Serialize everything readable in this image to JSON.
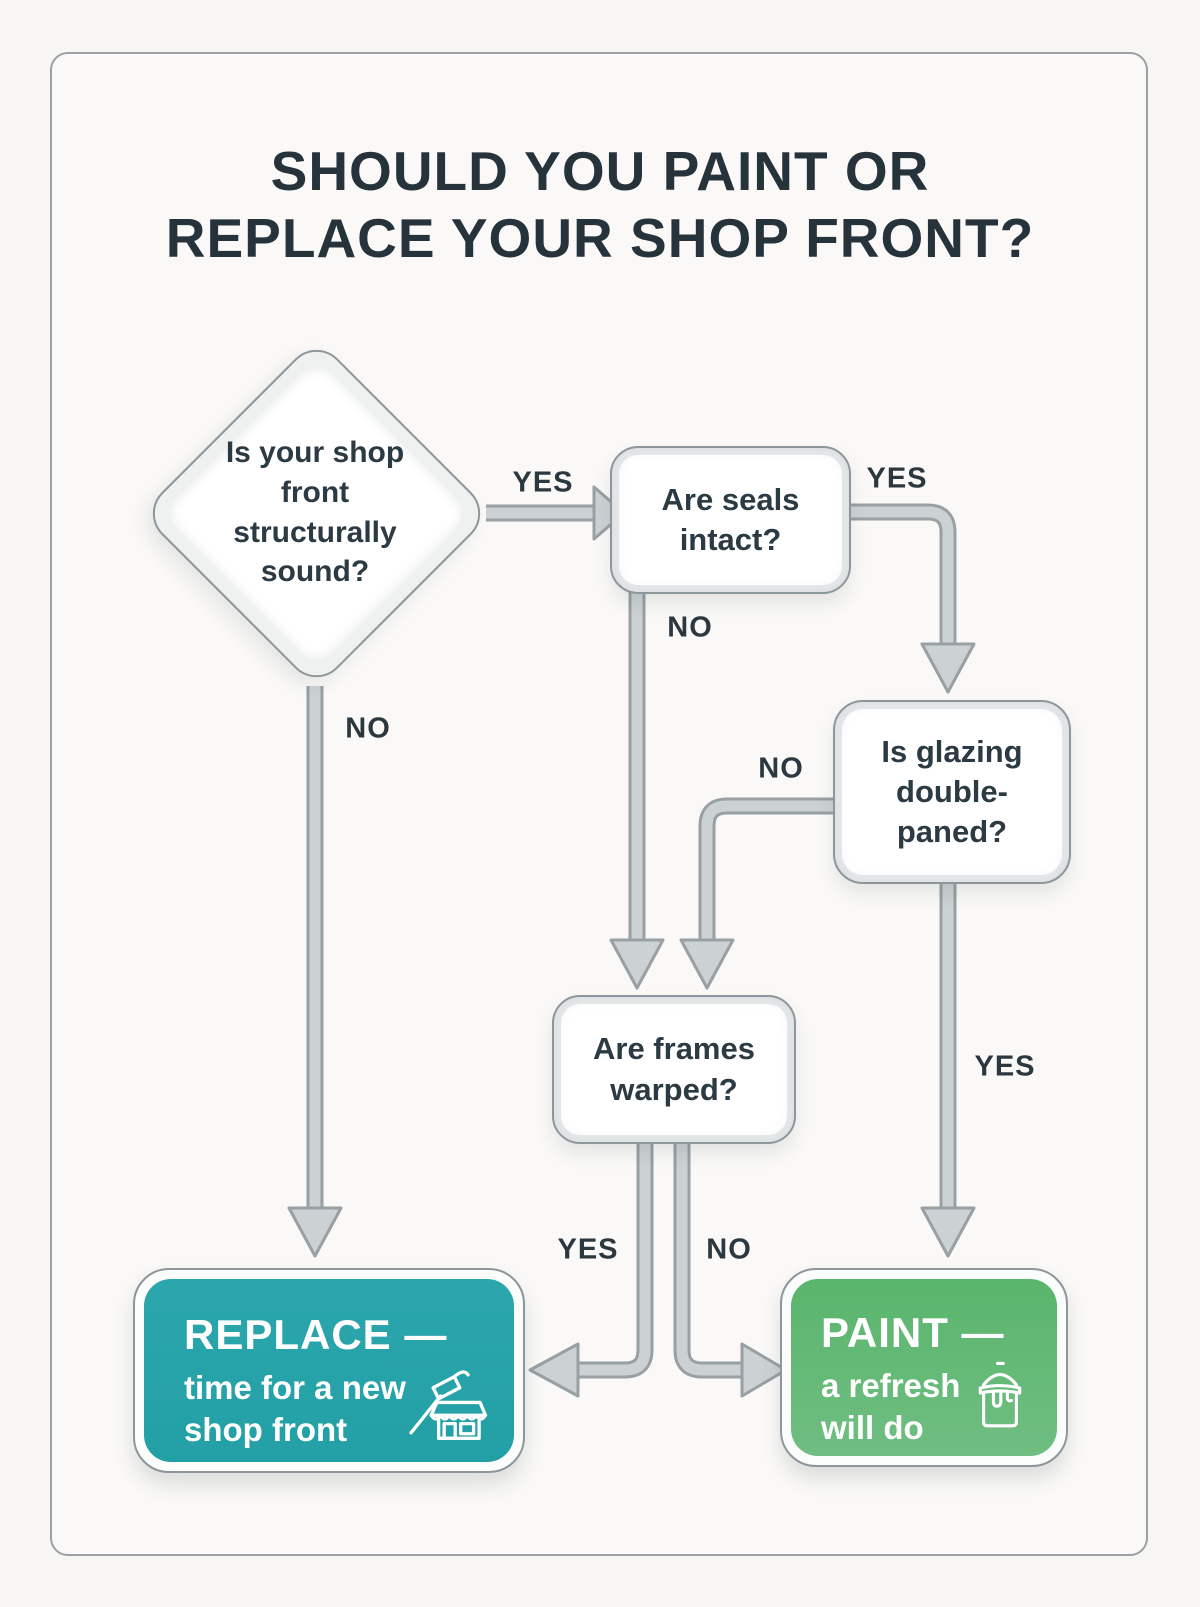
{
  "title": "SHOULD YOU PAINT OR REPLACE YOUR SHOP FRONT?",
  "colors": {
    "background": "#f7f6f3",
    "frame_border": "#9aa0a4",
    "node_border": "#8d969a",
    "node_fill": "#ffffff",
    "arrow_fill": "#ccd2d4",
    "arrow_outline": "#98a0a3",
    "text_dark": "#2b3a43",
    "replace_fill": "#23a1a7",
    "paint_fill": "#63b975",
    "result_text": "#ffffff"
  },
  "nodes": {
    "q1": {
      "type": "decision",
      "text": "Is your shop front structurally sound?"
    },
    "q2": {
      "type": "question",
      "text": "Are seals intact?"
    },
    "q3": {
      "type": "question",
      "text": "Is glazing double-paned?"
    },
    "q4": {
      "type": "question",
      "text": "Are frames warped?"
    },
    "replace": {
      "type": "result",
      "title": "REPLACE —",
      "subtitle": "time for a new shop front",
      "icon": "hammer-shopfront-icon"
    },
    "paint": {
      "type": "result",
      "title": "PAINT —",
      "subtitle": "a refresh will do",
      "icon": "paint-bucket-icon"
    }
  },
  "edges": [
    {
      "from": "q1",
      "to": "q2",
      "label": "YES"
    },
    {
      "from": "q1",
      "to": "replace",
      "label": "NO"
    },
    {
      "from": "q2",
      "to": "q3",
      "label": "YES"
    },
    {
      "from": "q2",
      "to": "q4",
      "label": "NO"
    },
    {
      "from": "q3",
      "to": "q4",
      "label": "NO"
    },
    {
      "from": "q3",
      "to": "paint",
      "label": "YES"
    },
    {
      "from": "q4",
      "to": "replace",
      "label": "YES"
    },
    {
      "from": "q4",
      "to": "paint",
      "label": "NO"
    }
  ]
}
